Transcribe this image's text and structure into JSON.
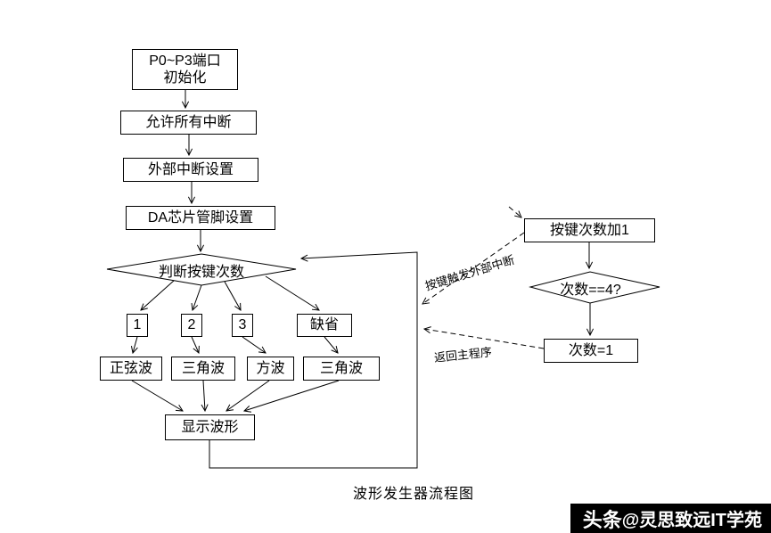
{
  "diagram": {
    "caption": "波形发生器流程图",
    "nodes": {
      "init_line1": "P0~P3端口",
      "init_line2": "初始化",
      "enable_interrupts": "允许所有中断",
      "external_interrupt_setup": "外部中断设置",
      "da_pin_setup": "DA芯片管脚设置",
      "judge_key_count": "判断按键次数",
      "case_1": "1",
      "case_2": "2",
      "case_3": "3",
      "case_default": "缺省",
      "sine_wave": "正弦波",
      "triangle_wave_1": "三角波",
      "square_wave": "方波",
      "triangle_wave_2": "三角波",
      "display_waveform": "显示波形",
      "key_count_plus1": "按键次数加1",
      "count_eq_4": "次数==4?",
      "count_set_1": "次数=1"
    },
    "edge_labels": {
      "key_trigger": "按键触发外部中断",
      "return_main": "返回主程序"
    }
  },
  "watermark": {
    "brand": "头条",
    "handle": "@灵思致远IT学苑"
  }
}
